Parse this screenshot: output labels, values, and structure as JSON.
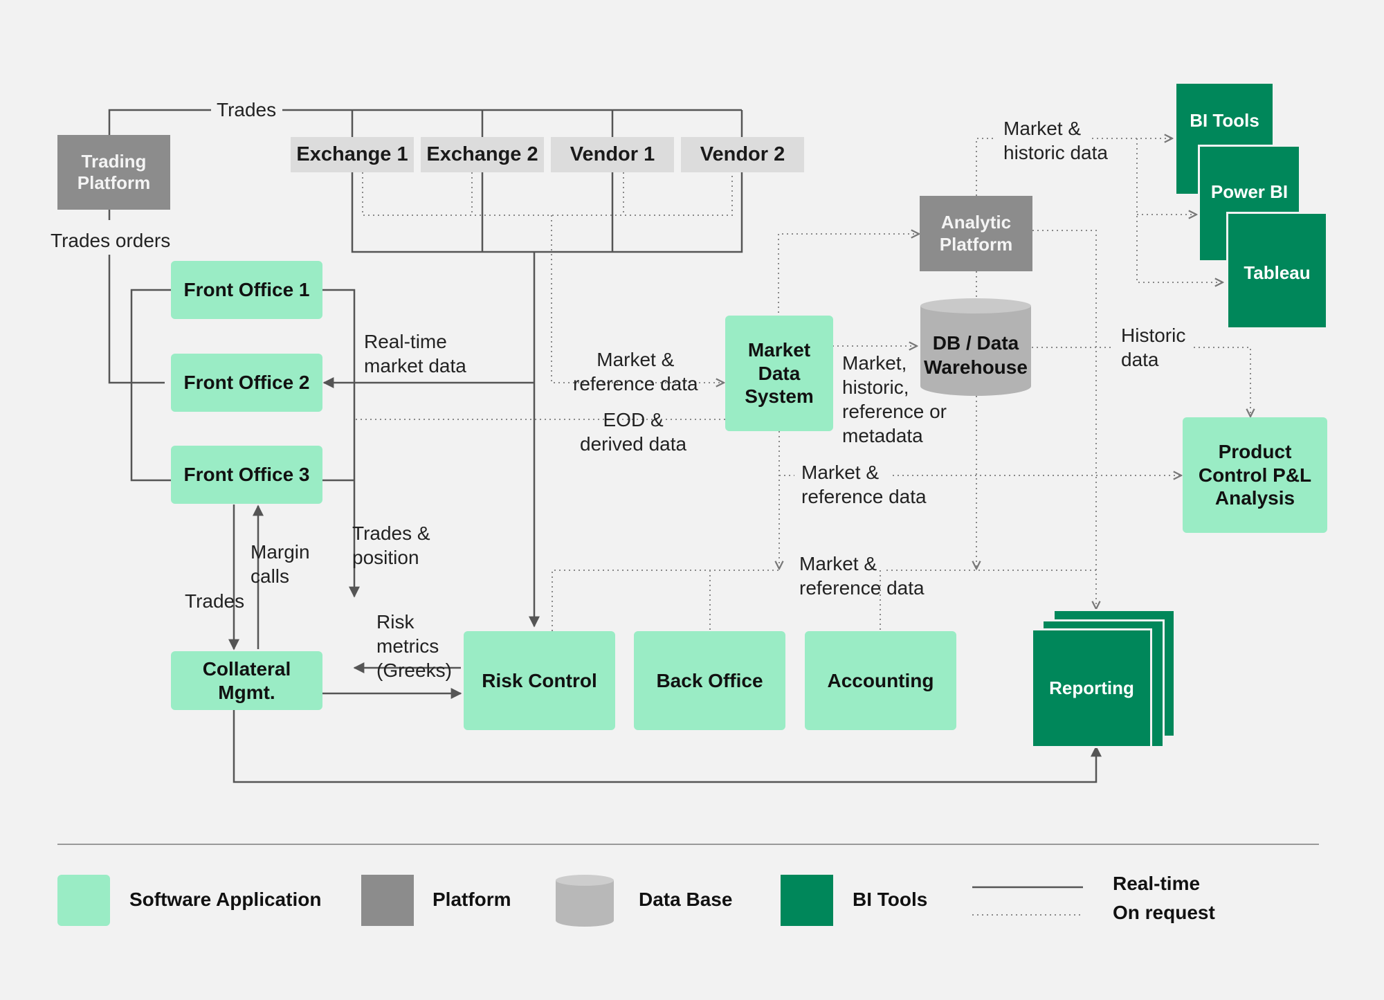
{
  "nodes": {
    "trading_platform": "Trading\nPlatform",
    "exchange_1": "Exchange 1",
    "exchange_2": "Exchange 2",
    "vendor_1": "Vendor 1",
    "vendor_2": "Vendor 2",
    "front_office_1": "Front Office 1",
    "front_office_2": "Front Office 2",
    "front_office_3": "Front Office 3",
    "collateral_mgmt": "Collateral\nMgmt.",
    "risk_control": "Risk Control",
    "back_office": "Back Office",
    "accounting": "Accounting",
    "market_data_system": "Market\nData\nSystem",
    "analytic_platform": "Analytic\nPlatform",
    "db_warehouse": "DB / Data\nWarehouse",
    "bi_tools": "BI Tools",
    "power_bi": "Power BI",
    "tableau": "Tableau",
    "product_control": "Product\nControl P&L\nAnalysis",
    "reporting": "Reporting"
  },
  "labels": {
    "trades_top": "Trades",
    "trades_orders": "Trades  orders",
    "realtime_market_data": "Real-time\nmarket data",
    "market_reference_data_1": "Market &\nreference data",
    "eod_derived": "EOD &\nderived data",
    "market_historic_ref_meta": "Market,\nhistoric,\nreference or\nmetadata",
    "market_historic_data": "Market &\nhistoric data",
    "historic_data": "Historic\ndata",
    "market_reference_data_2": "Market &\nreference data",
    "market_reference_data_3": "Market &\nreference data",
    "trades_position": "Trades &\nposition",
    "margin_calls": "Margin\ncalls",
    "trades_bottom": "Trades",
    "risk_metrics": "Risk\nmetrics\n(Greeks)"
  },
  "legend": {
    "software_application": "Software Application",
    "platform": "Platform",
    "data_base": "Data Base",
    "bi_tools": "BI Tools",
    "real_time": "Real-time",
    "on_request": "On request"
  },
  "colors": {
    "software_application": "#9aecc5",
    "platform": "#8c8c8c",
    "data_base": "#b8b8b8",
    "bi_tools": "#00875a",
    "external_source": "#dcdcdc",
    "line": "#555555"
  }
}
